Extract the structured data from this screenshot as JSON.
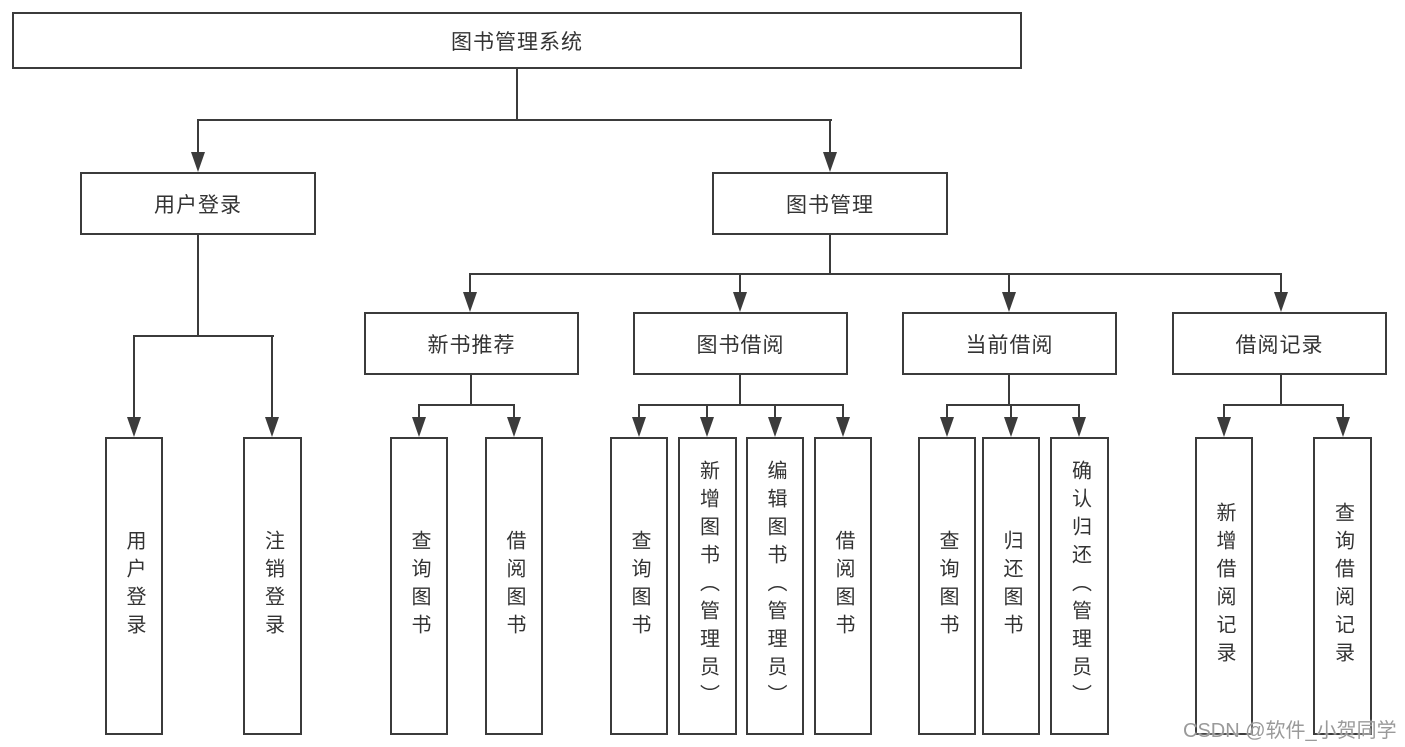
{
  "diagram": {
    "root": {
      "label": "图书管理系统"
    },
    "branches": [
      {
        "label": "用户登录",
        "children": [
          "用户登录",
          "注销登录"
        ]
      },
      {
        "label": "图书管理",
        "groups": [
          {
            "label": "新书推荐",
            "children": [
              "查询图书",
              "借阅图书"
            ]
          },
          {
            "label": "图书借阅",
            "children": [
              "查询图书",
              "新增图书（管理员）",
              "编辑图书（管理员）",
              "借阅图书"
            ]
          },
          {
            "label": "当前借阅",
            "children": [
              "查询图书",
              "归还图书",
              "确认归还（管理员）"
            ]
          },
          {
            "label": "借阅记录",
            "children": [
              "新增借阅记录",
              "查询借阅记录"
            ]
          }
        ]
      }
    ]
  },
  "watermark": {
    "text": "CSDN @软件_小贺同学"
  },
  "colors": {
    "line": "#3b3b3b",
    "text": "#333333",
    "watermark": "#9a9a9a",
    "background": "#ffffff"
  }
}
